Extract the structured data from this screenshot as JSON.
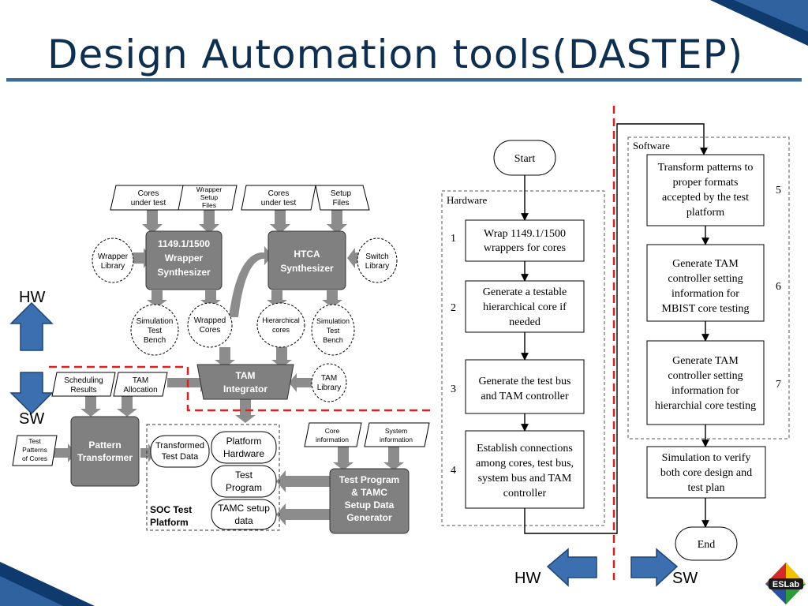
{
  "slide": {
    "title": "Design Automation tools(DASTEP)",
    "labels": {
      "hw_left": "HW",
      "sw_left": "SW",
      "hw_bottom": "HW",
      "sw_bottom": "SW"
    },
    "logo": "ESLab"
  },
  "left_diagram": {
    "inputs": {
      "cores_under_test_1": [
        "Cores",
        "under test"
      ],
      "wrapper_setup_files": [
        "Wrapper",
        "Setup",
        "Files"
      ],
      "cores_under_test_2": [
        "Cores",
        "under test"
      ],
      "setup_files": [
        "Setup",
        "Files"
      ],
      "scheduling_results": [
        "Scheduling",
        "Results"
      ],
      "tam_allocation": [
        "TAM",
        "Allocation"
      ],
      "test_patterns_of_cores": [
        "Test",
        "Patterns",
        "of Cores"
      ],
      "core_information": [
        "Core",
        "information"
      ],
      "system_information": [
        "System",
        "information"
      ]
    },
    "libraries": {
      "wrapper_library": [
        "Wrapper",
        "Library"
      ],
      "switch_library": [
        "Switch",
        "Library"
      ],
      "tam_library": [
        "TAM",
        "Library"
      ]
    },
    "processes": {
      "wrapper_synthesizer": [
        "1149.1/1500",
        "Wrapper",
        "Synthesizer"
      ],
      "htca_synthesizer": [
        "HTCA",
        "Synthesizer"
      ],
      "tam_integrator": [
        "TAM",
        "Integrator"
      ],
      "pattern_transformer": [
        "Pattern",
        "Transformer"
      ],
      "generator": [
        "Test Program",
        "& TAMC",
        "Setup Data",
        "Generator"
      ]
    },
    "outputs": {
      "simulation_test_bench_1": [
        "Simulation",
        "Test",
        "Bench"
      ],
      "wrapped_cores": [
        "Wrapped",
        "Cores"
      ],
      "hierarchical_cores": [
        "Hierarchical",
        "cores"
      ],
      "simulation_test_bench_2": [
        "Simulation",
        "Test",
        "Bench"
      ],
      "transformed_test_data": [
        "Transformed",
        "Test Data"
      ],
      "platform_hardware": [
        "Platform",
        "Hardware"
      ],
      "test_program": [
        "Test",
        "Program"
      ],
      "tamc_setup_data": [
        "TAMC setup",
        "data"
      ]
    },
    "platform_label": [
      "SOC Test",
      "Platform"
    ]
  },
  "flowchart": {
    "start": "Start",
    "end": "End",
    "hardware_label": "Hardware",
    "software_label": "Software",
    "steps": [
      {
        "num": "1",
        "lines": [
          "Wrap 1149.1/1500",
          "wrappers for cores"
        ]
      },
      {
        "num": "2",
        "lines": [
          "Generate a testable",
          "hierarchical core if",
          "needed"
        ]
      },
      {
        "num": "3",
        "lines": [
          "Generate the test bus",
          "and TAM controller"
        ]
      },
      {
        "num": "4",
        "lines": [
          "Establish connections",
          "among cores, test bus,",
          "system bus and TAM",
          "controller"
        ]
      },
      {
        "num": "5",
        "lines": [
          "Transform patterns to",
          "proper formats",
          "accepted by the test",
          "platform"
        ]
      },
      {
        "num": "6",
        "lines": [
          "Generate TAM",
          "controller setting",
          "information for",
          "MBIST core testing"
        ]
      },
      {
        "num": "7",
        "lines": [
          "Generate TAM",
          "controller setting",
          "information for",
          "hierarchial core testing"
        ]
      }
    ],
    "final_step": [
      "Simulation to verify",
      "both core design and",
      "test plan"
    ]
  },
  "colors": {
    "title": "#0e2f4f",
    "process_fill": "#808080",
    "arrow_fill": "#3b6fb0",
    "divider_red": "#e02020"
  }
}
